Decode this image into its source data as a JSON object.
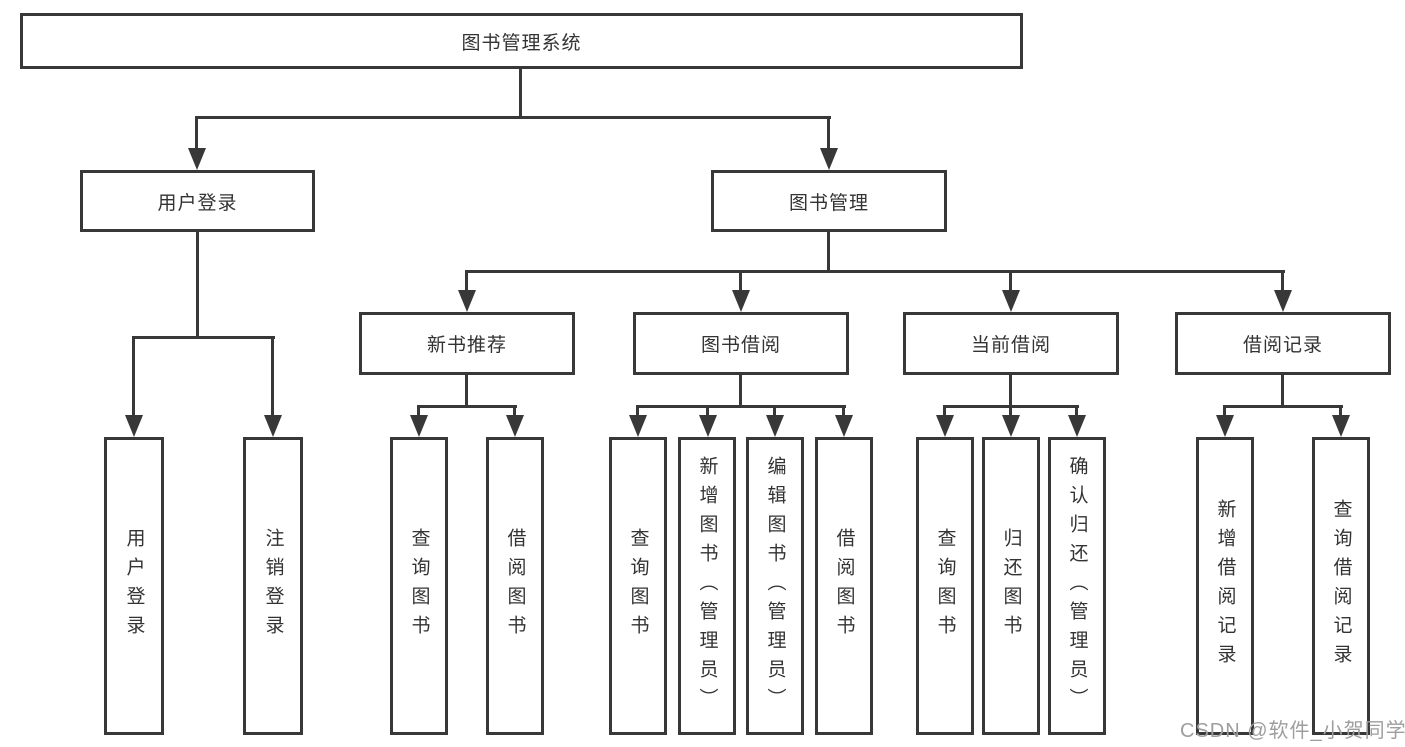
{
  "tree": {
    "root": {
      "label": "图书管理系统"
    },
    "branches": [
      {
        "label": "用户登录",
        "children": [
          {
            "label": "用户登录"
          },
          {
            "label": "注销登录"
          }
        ]
      },
      {
        "label": "图书管理",
        "children": [
          {
            "label": "新书推荐",
            "children": [
              {
                "label": "查询图书"
              },
              {
                "label": "借阅图书"
              }
            ]
          },
          {
            "label": "图书借阅",
            "children": [
              {
                "label": "查询图书"
              },
              {
                "label": "新增图书（管理员）"
              },
              {
                "label": "编辑图书（管理员）"
              },
              {
                "label": "借阅图书"
              }
            ]
          },
          {
            "label": "当前借阅",
            "children": [
              {
                "label": "查询图书"
              },
              {
                "label": "归还图书"
              },
              {
                "label": "确认归还（管理员）"
              }
            ]
          },
          {
            "label": "借阅记录",
            "children": [
              {
                "label": "新增借阅记录"
              },
              {
                "label": "查询借阅记录"
              }
            ]
          }
        ]
      }
    ]
  },
  "watermark": {
    "text": "CSDN @软件_小贺同学"
  },
  "colors": {
    "line": "#383838",
    "text": "#333333",
    "background": "#ffffff",
    "watermark": "#9e9e9e"
  }
}
